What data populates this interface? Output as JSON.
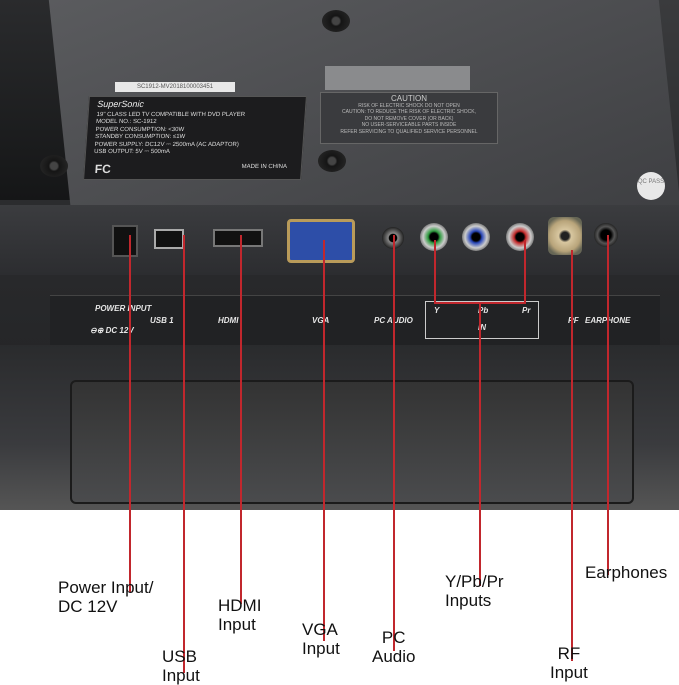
{
  "photo": {
    "serial": "SC1912-MV2018100003451",
    "spec_label": {
      "brand": "SuperSonic",
      "lines": [
        "19\" CLASS LED TV COMPATIBLE WITH DVD PLAYER",
        "MODEL NO.: SC-1912",
        "POWER CONSUMPTION: <30W",
        "STANDBY CONSUMPTION: ≤1W",
        "POWER SUPPLY: DC12V ⎓ 2500mA (AC ADAPTOR)",
        "USB OUTPUT: 5V ⎓ 500mA"
      ],
      "fcc": "FC",
      "made_in": "MADE IN CHINA"
    },
    "caution": {
      "heading": "CAUTION",
      "sub": "RISK OF ELECTRIC SHOCK DO NOT OPEN",
      "lines": [
        "CAUTION: TO REDUCE THE RISK OF ELECTRIC SHOCK,",
        "DO NOT REMOVE COVER (OR BACK)",
        "NO USER-SERVICEABLE PARTS INSIDE",
        "REFER SERVICING TO QUALIFIED SERVICE PERSONNEL"
      ]
    },
    "qc_sticker": "QC PASS",
    "panel_labels": {
      "power": "POWER INPUT",
      "power_dc": "DC 12V",
      "usb": "USB 1",
      "hdmi": "HDMI",
      "vga": "VGA",
      "pc_audio": "PC AUDIO",
      "y": "Y",
      "pb": "Pb",
      "pr": "Pr",
      "in": "IN",
      "rf": "RF",
      "earphone": "EARPHONE"
    }
  },
  "callouts": {
    "power": [
      "Power Input/",
      "DC 12V"
    ],
    "usb": [
      "USB",
      "Input"
    ],
    "hdmi": [
      "HDMI",
      "Input"
    ],
    "vga": [
      "VGA",
      "Input"
    ],
    "pc_audio": [
      "PC",
      "Audio"
    ],
    "ypbpr": [
      "Y/Pb/Pr",
      "Inputs"
    ],
    "rf": [
      "RF",
      "Input"
    ],
    "earphones": [
      "Earphones"
    ]
  },
  "colors": {
    "callout_line": "#c1272d",
    "y_jack": "#2e9a3e",
    "pb_jack": "#2846b8",
    "pr_jack": "#c42a2a"
  }
}
